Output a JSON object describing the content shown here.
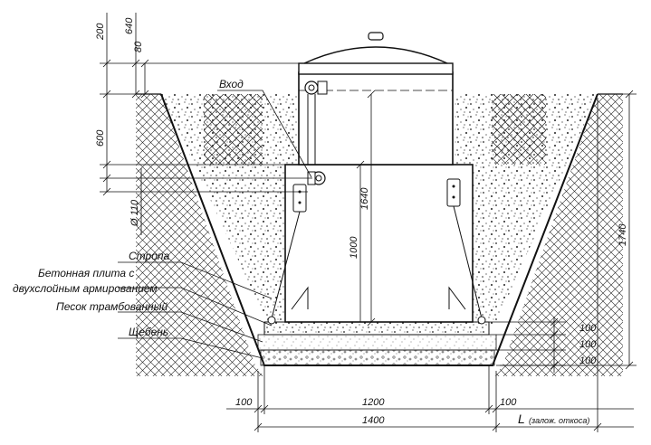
{
  "labels": {
    "inlet": "Вход",
    "sling": "Стропа",
    "slab_line1": "Бетонная плита с",
    "slab_line2": "двухслойным армированием",
    "sand": "Песок трамбованный",
    "gravel": "Щебень",
    "pipe_dia": "Ø 110"
  },
  "dims": {
    "top_200": "200",
    "top_640": "640",
    "top_80": "80",
    "left_600": "600",
    "tank_1640": "1640",
    "tank_1000": "1000",
    "pit_1740": "1740",
    "layer_100a": "100",
    "layer_100b": "100",
    "layer_100c": "100",
    "bottom_left_100": "100",
    "bottom_1200": "1200",
    "bottom_right_100": "100",
    "bottom_1400": "1400",
    "slope_L": "L",
    "slope_note": "(залож. откоса)"
  },
  "colors": {
    "line": "#111111",
    "background": "#ffffff"
  }
}
